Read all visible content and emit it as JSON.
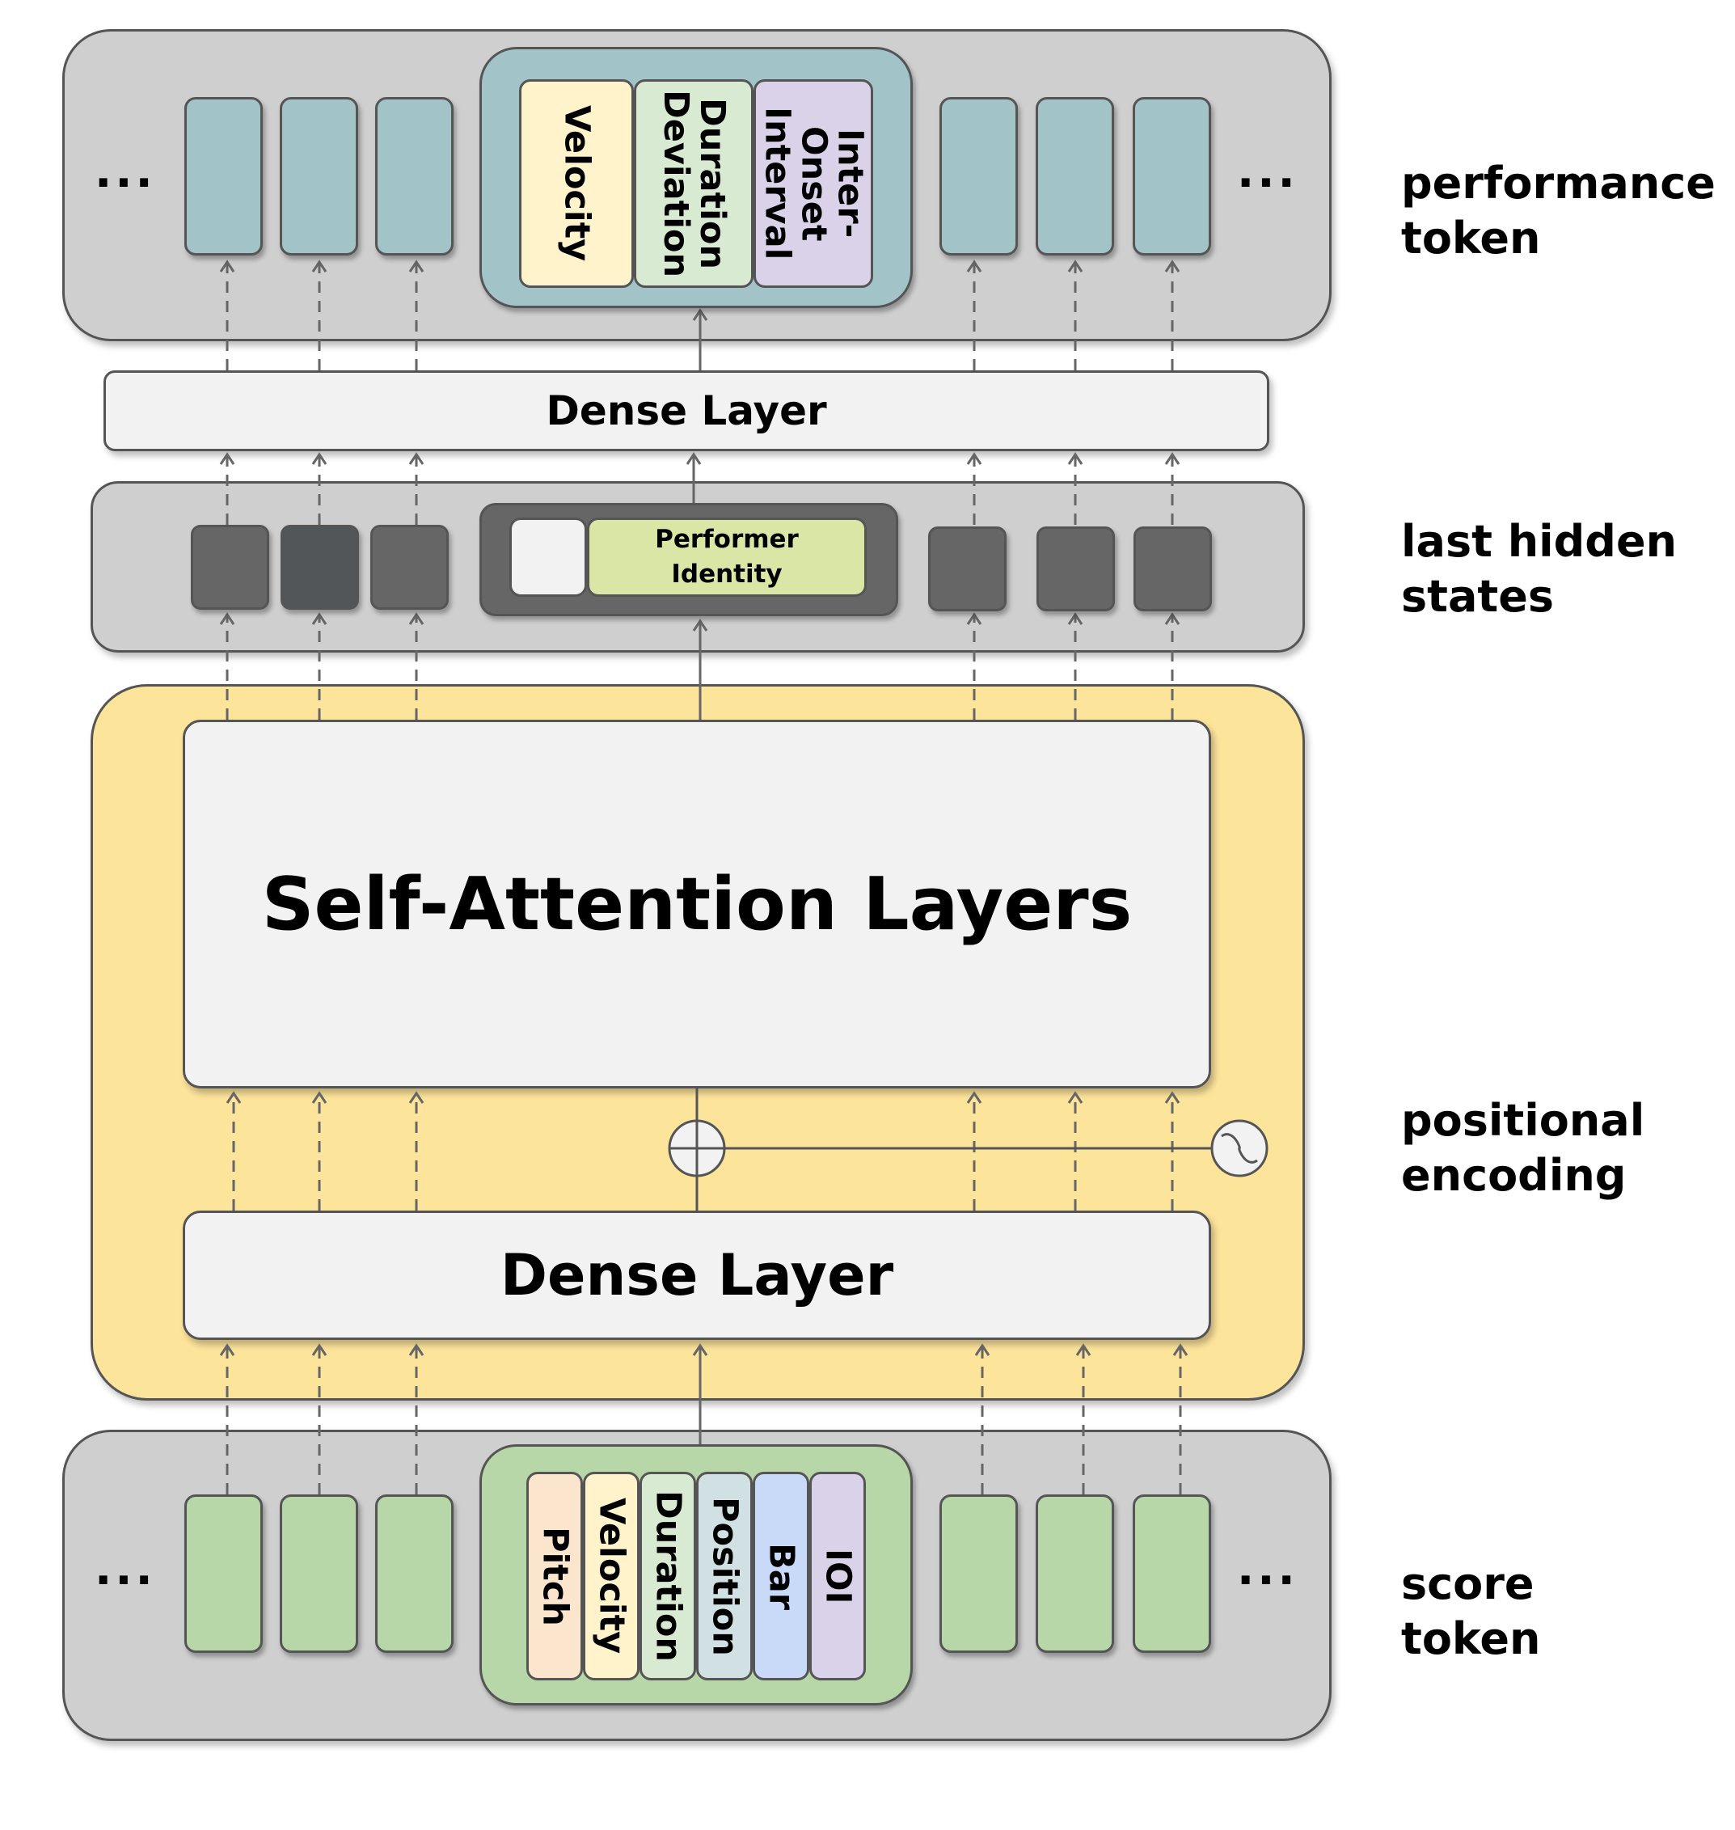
{
  "labels": {
    "performance_token": "performance\ntoken",
    "last_hidden_states": "last hidden\nstates",
    "positional_encoding": "positional\nencoding",
    "score_token": "score\ntoken"
  },
  "top_dense_layer": "Dense Layer",
  "bottom_dense_layer": "Dense Layer",
  "self_attention": "Self-Attention Layers",
  "ellipsis": "...",
  "performance_features": [
    "Velocity",
    "Duration\nDeviation",
    "Inter-Onset\nInterval"
  ],
  "performer_identity": "Performer\nIdentity",
  "score_features": [
    "Pitch",
    "Velocity",
    "Duration",
    "Position",
    "Bar",
    "IOI"
  ],
  "colors": {
    "panel_gray": "#cfcfcf",
    "encoder_yellow": "#fde49b",
    "performance_token_blue": "#a2c3c8",
    "score_token_green": "#b7d7a8",
    "hidden_state_dark": "#666666",
    "performer_identity_green": "#d9e6a6",
    "velocity_feature": "#fff3cc",
    "duration_feature": "#d9ead3",
    "ioi_feature": "#d9d2e9",
    "pitch_feature": "#fce5cd",
    "position_feature": "#d0e0e3",
    "bar_feature": "#c9daf8"
  }
}
